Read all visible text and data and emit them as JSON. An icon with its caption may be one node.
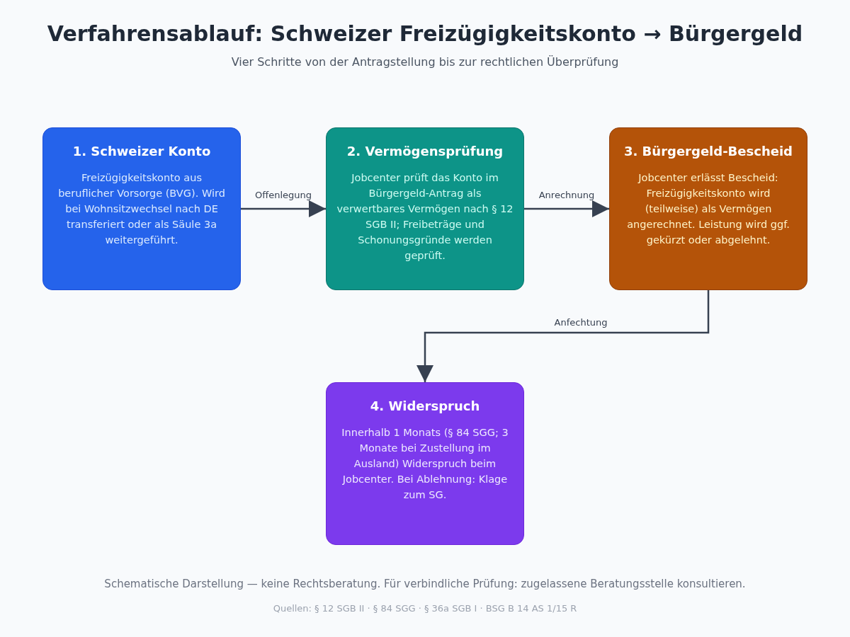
{
  "diagram": {
    "title": "Verfahrensablauf: Schweizer Freizügigkeitskonto → Bürgergeld",
    "nodes": [
      {
        "text": [
          "1. Schweizer Konto",
          "Freizügigkeitskonto aus beruflicher Vorsorge (BVG). Wird bei Wohnsitzwechsel nach DE transferiert oder als Säule 3a weitergeführt."
        ]
      },
      {
        "text": [
          "2. Vermögensprüfung",
          "Jobcenter prüft das Konto im Bürgergeld-Antrag als verwertbares Vermögen nach § 12 SGB II; Freibeträge und Schonungsgründe werden geprüft."
        ]
      },
      {
        "text": [
          "3. Bürgergeld-Bescheid",
          "Jobcenter erlässt Bescheid: Freizügigkeitskonto wird (teilweise) als Vermögen angerechnet. Leistung wird ggf. gekürzt oder abgelehnt."
        ]
      },
      {
        "text": [
          "4. Widerspruch",
          "Innerhalb 1 Monats (§ 84 SGG; 3 Monate bei Zustellung im Ausland) Widerspruch beim Jobcenter. Bei Ablehnung: Klage zum SG."
        ]
      }
    ],
    "edges": [
      {
        "from": 0,
        "to": 1,
        "arrow": "to",
        "label": "Offenlegung"
      },
      {
        "from": 1,
        "to": 2,
        "arrow": "to",
        "label": "Anrechnung"
      },
      {
        "from": 2,
        "to": 3,
        "arrow": "to",
        "label": "Anfechtung"
      }
    ],
    "labels": [
      "Vier Schritte von der Antragstellung bis zur rechtlichen Überprüfung",
      "Quellen: § 12 SGB II · § 84 SGG · § 36a SGB I · BSG B 14 AS 1/15 R"
    ],
    "caption": "Schematische Darstellung — keine Rechtsberatung. Für verbindliche Prüfung: zugelassene Beratungsstelle konsultieren."
  }
}
